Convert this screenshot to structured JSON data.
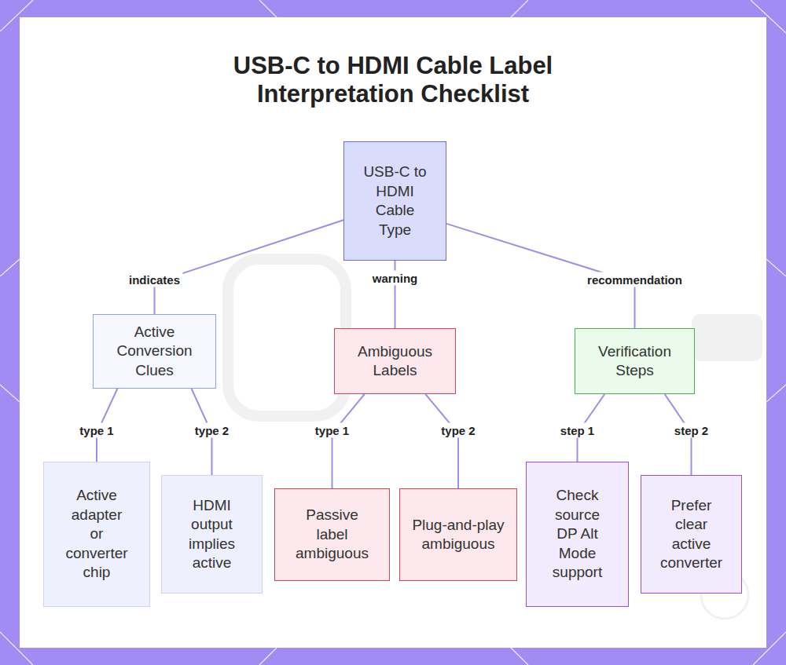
{
  "diagram": {
    "title": "USB-C to HDMI Cable Label Interpretation Checklist",
    "nodes": [
      {
        "text": [
          "USB-C to HDMI Cable Type"
        ]
      },
      {
        "text": [
          "Active Conversion Clues"
        ]
      },
      {
        "text": [
          "Ambiguous Labels"
        ]
      },
      {
        "text": [
          "Verification Steps"
        ]
      },
      {
        "text": [
          "Active adapter or converter chip"
        ]
      },
      {
        "text": [
          "HDMI output implies active"
        ]
      },
      {
        "text": [
          "Passive label ambiguous"
        ]
      },
      {
        "text": [
          "Plug-and-play ambiguous"
        ]
      },
      {
        "text": [
          "Check source DP Alt Mode support"
        ]
      },
      {
        "text": [
          "Prefer clear active converter"
        ]
      }
    ],
    "edges": [
      {
        "from": 0,
        "to": 1,
        "label": "indicates",
        "arrow": "none"
      },
      {
        "from": 0,
        "to": 2,
        "label": "warning",
        "arrow": "none"
      },
      {
        "from": 0,
        "to": 3,
        "label": "recommendation",
        "arrow": "none"
      },
      {
        "from": 1,
        "to": 4,
        "label": "type 1",
        "arrow": "none"
      },
      {
        "from": 1,
        "to": 5,
        "label": "type 2",
        "arrow": "none"
      },
      {
        "from": 2,
        "to": 6,
        "label": "type 1",
        "arrow": "none"
      },
      {
        "from": 2,
        "to": 7,
        "label": "type 2",
        "arrow": "none"
      },
      {
        "from": 3,
        "to": 8,
        "label": "step 1",
        "arrow": "none"
      },
      {
        "from": 3,
        "to": 9,
        "label": "step 2",
        "arrow": "none"
      }
    ]
  }
}
